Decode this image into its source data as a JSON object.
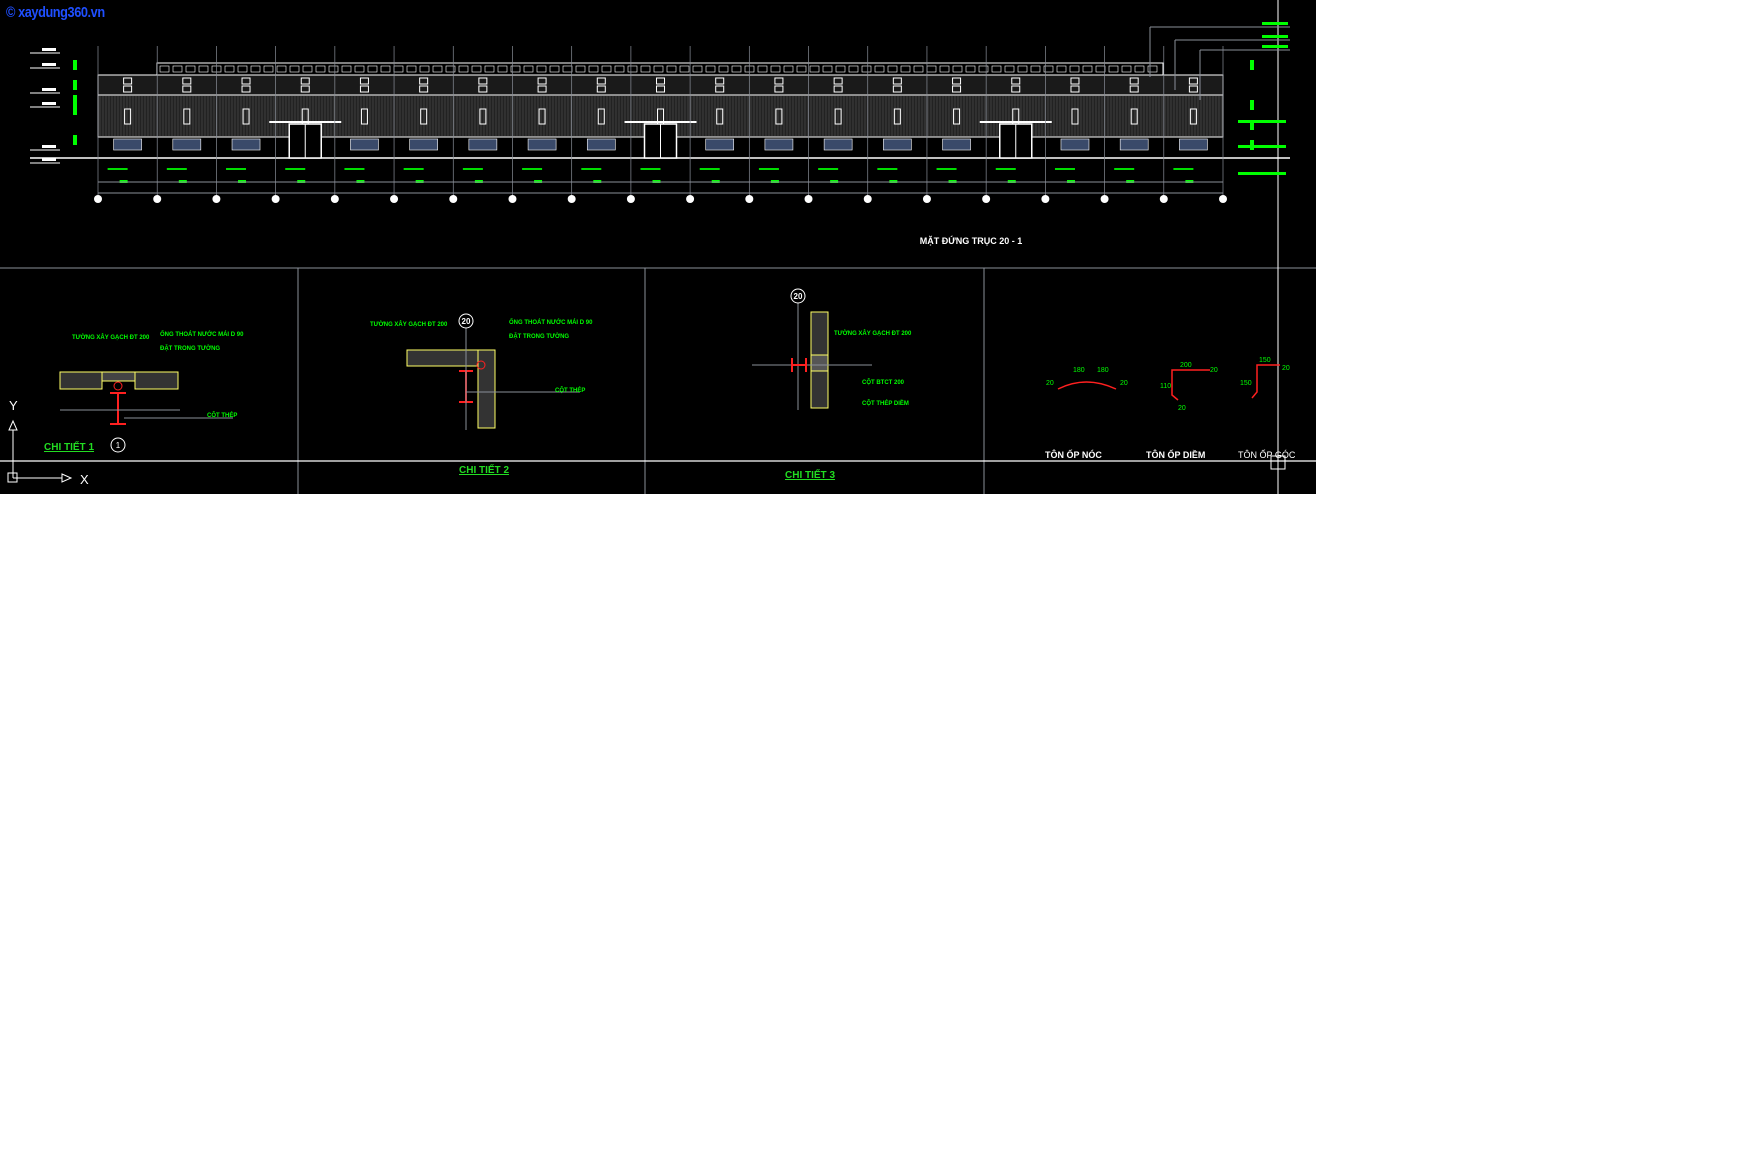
{
  "watermark": "© xaydung360.vn",
  "colors": {
    "background": "#000000",
    "line": "#ffffff",
    "dim": "#00ff00",
    "frame": "#8a8f99",
    "steel": "#ff2020",
    "wall": "#ffff66",
    "watermark": "#1f4fff"
  },
  "elevation": {
    "title": "MẶT ĐỨNG TRỤC 20 - 1",
    "axis_count": 20
  },
  "details": [
    {
      "title": "CHI TIẾT 1",
      "axis": "1",
      "labels": [
        "TƯỜNG XÂY GẠCH ĐT 200",
        "ỐNG THOÁT NƯỚC MÁI D 90",
        "ĐẶT TRONG TƯỜNG",
        "CỘT THÉP"
      ]
    },
    {
      "title": "CHI TIẾT 2",
      "axis": "20",
      "labels": [
        "TƯỜNG XÂY GẠCH ĐT 200",
        "ỐNG THOÁT NƯỚC MÁI D 90",
        "ĐẶT TRONG TƯỜNG",
        "CỘT THÉP"
      ]
    },
    {
      "title": "CHI TIẾT 3",
      "axis": "20",
      "labels": [
        "TƯỜNG XÂY GẠCH ĐT 200",
        "CỘT BTCT 200",
        "CỘT THÉP DIỀM"
      ]
    }
  ],
  "profiles": [
    {
      "title": "TÔN ỐP NÓC",
      "dims": [
        "180",
        "180",
        "20",
        "20"
      ]
    },
    {
      "title": "TÔN ỐP DIỀM",
      "dims": [
        "200",
        "110",
        "20",
        "20"
      ]
    },
    {
      "title": "TÔN ỐP GÓC",
      "dims": [
        "150",
        "150",
        "20"
      ]
    }
  ],
  "ucs": {
    "x": "X",
    "y": "Y"
  }
}
